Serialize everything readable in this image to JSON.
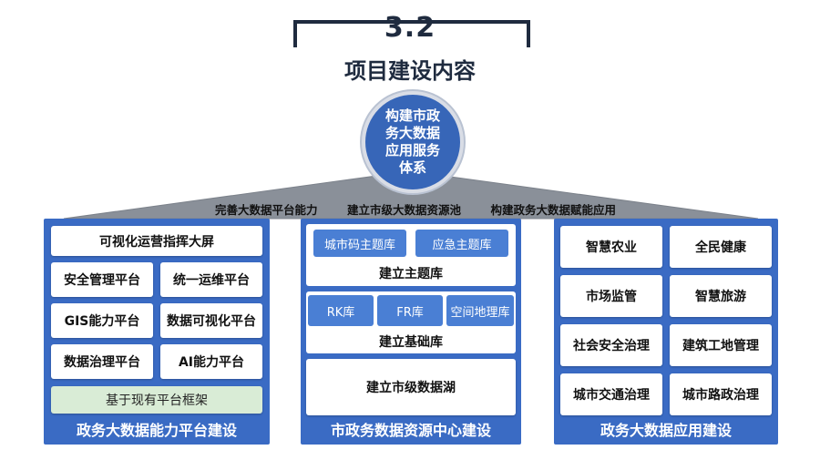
{
  "header": {
    "section_number": "3.2",
    "title": "项目建设内容"
  },
  "center": {
    "text": "构建市政务大数据应用服务体系"
  },
  "roof_captions": [
    "完善大数据平台能力",
    "建立市级大数据资源池",
    "构建政务大数据赋能应用"
  ],
  "left_column": {
    "top": "可视化运营指挥大屏",
    "grid": [
      "安全管理平台",
      "统一运维平台",
      "GIS能力平台",
      "数据可视化平台",
      "数据治理平台",
      "AI能力平台"
    ],
    "base": "基于现有平台框架",
    "footer": "政务大数据能力平台建设"
  },
  "middle_column": {
    "theme_items": [
      "城市码主题库",
      "应急主题库"
    ],
    "theme_label": "建立主题库",
    "base_items": [
      "RK库",
      "FR库",
      "空间地理库"
    ],
    "base_label": "建立基础库",
    "lake": "建立市级数据湖",
    "footer": "市政务数据资源中心建设"
  },
  "right_column": {
    "grid": [
      "智慧农业",
      "全民健康",
      "市场监管",
      "智慧旅游",
      "社会安全治理",
      "建筑工地管理",
      "城市交通治理",
      "城市路政治理"
    ],
    "footer": "政务大数据应用建设"
  },
  "colors": {
    "primary": "#3a6bc4",
    "dark": "#1f2b3f",
    "roof": "#8a9099",
    "base_green": "#d9ecd6"
  }
}
